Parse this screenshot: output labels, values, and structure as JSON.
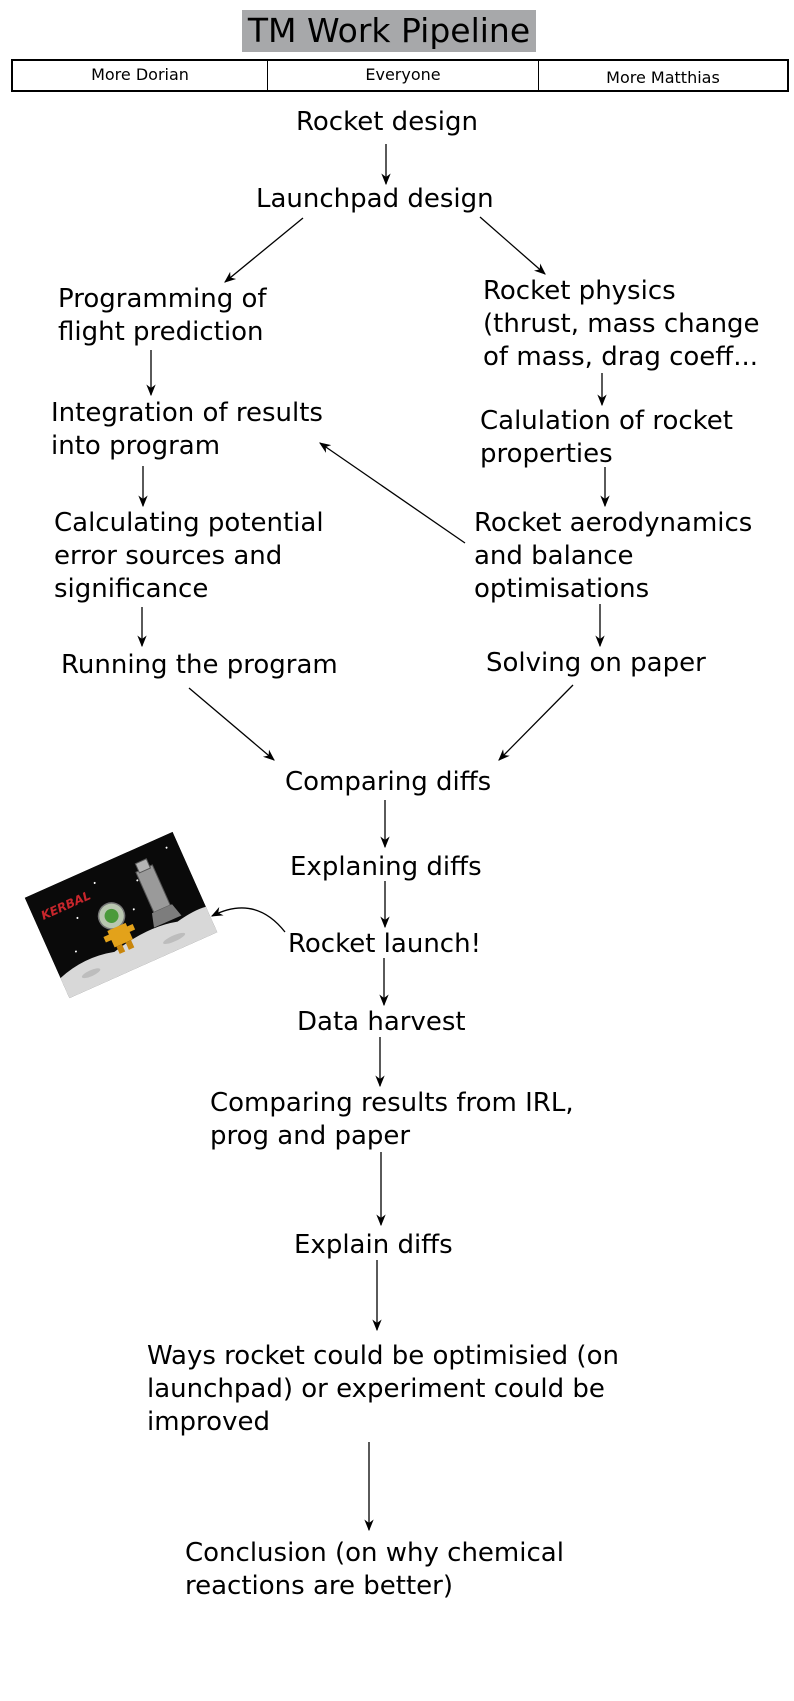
{
  "title": "TM Work Pipeline",
  "header": {
    "columns": [
      "More Dorian",
      "Everyone",
      "More Matthias"
    ]
  },
  "nodes": {
    "rocket_design": [
      "Rocket design"
    ],
    "launchpad_design": [
      "Launchpad design"
    ],
    "programming_flight_prediction": [
      "Programming of",
      "flight prediction"
    ],
    "rocket_physics": [
      "Rocket physics",
      "(thrust, mass change",
      "of mass, drag coeff..."
    ],
    "integration_results": [
      "Integration of results",
      "into program"
    ],
    "calculation_rocket_properties": [
      "Calulation of rocket",
      "properties"
    ],
    "calculating_error_sources": [
      "Calculating potential",
      "error sources and",
      "significance"
    ],
    "rocket_aerodynamics": [
      "Rocket aerodynamics",
      "and balance",
      "optimisations"
    ],
    "running_program": [
      "Running the program"
    ],
    "solving_on_paper": [
      "Solving on paper"
    ],
    "comparing_diffs": [
      "Comparing diffs"
    ],
    "explaning_diffs": [
      "Explaning diffs"
    ],
    "rocket_launch": [
      "Rocket launch!"
    ],
    "data_harvest": [
      "Data harvest"
    ],
    "comparing_results": [
      "Comparing results from IRL,",
      "prog and paper"
    ],
    "explain_diffs": [
      "Explain diffs"
    ],
    "ways_optimised": [
      "Ways rocket could be optimisied (on",
      "launchpad) or experiment could be",
      "improved"
    ],
    "conclusion": [
      "Conclusion (on why chemical",
      "reactions are better)"
    ]
  },
  "logo": {
    "text": "KERBAL",
    "accent": "#c8262c"
  }
}
